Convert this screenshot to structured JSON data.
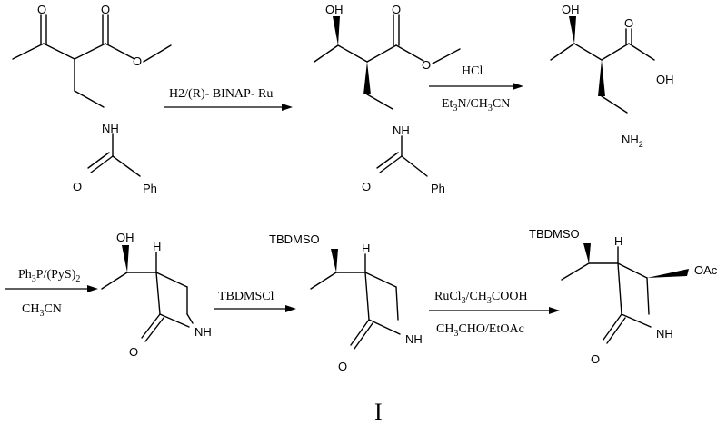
{
  "atoms": {
    "o": "O",
    "oh": "OH",
    "nh": "NH",
    "ph": "Ph",
    "h": "H",
    "n": "N",
    "nh2_n": "NH",
    "nh2_sub": "2",
    "oac": "OAc",
    "tbdmso": "TBDMSO"
  },
  "reagents": {
    "step1": "H2/(R)- BINAP- Ru",
    "step2_top": "HCl",
    "step2_bottom_a": "Et",
    "step2_bottom_sub1": "3",
    "step2_bottom_b": "N/CH",
    "step2_bottom_sub2": "3",
    "step2_bottom_c": "CN",
    "step3_top_a": "Ph",
    "step3_top_sub1": "3",
    "step3_top_b": "P/(PyS)",
    "step3_top_sub2": "2",
    "step3_bottom_a": "CH",
    "step3_bottom_sub": "3",
    "step3_bottom_b": "CN",
    "step4_top": "TBDMSCl",
    "step5_top_a": "RuCl",
    "step5_top_sub1": "3",
    "step5_top_b": "/CH",
    "step5_top_sub2": "3",
    "step5_top_c": "COOH",
    "step5_bottom_a": "CH",
    "step5_bottom_sub": "3",
    "step5_bottom_b": "CHO/EtOAc"
  },
  "compound_label": "I"
}
